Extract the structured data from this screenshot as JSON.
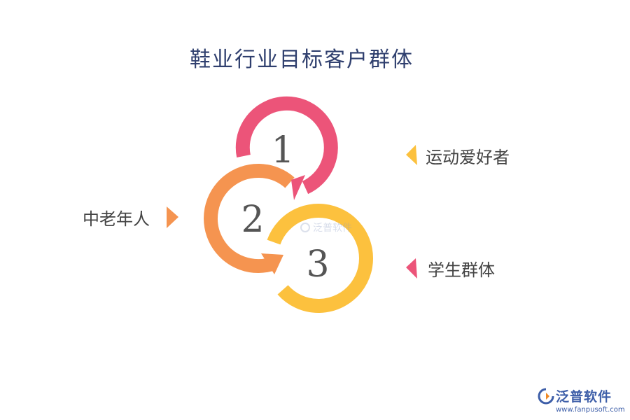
{
  "title": "鞋业行业目标客户群体",
  "items": [
    {
      "number": "1",
      "label": "运动爱好者",
      "color": "#ec5479"
    },
    {
      "number": "2",
      "label": "中老年人",
      "color": "#f59450"
    },
    {
      "number": "3",
      "label": "学生群体",
      "color": "#fcc13e"
    }
  ],
  "watermark": "泛普软件",
  "brand": {
    "name": "泛普软件",
    "url": "www.fanpusoft.com",
    "logo_icon": "fanpu-logo-icon"
  }
}
